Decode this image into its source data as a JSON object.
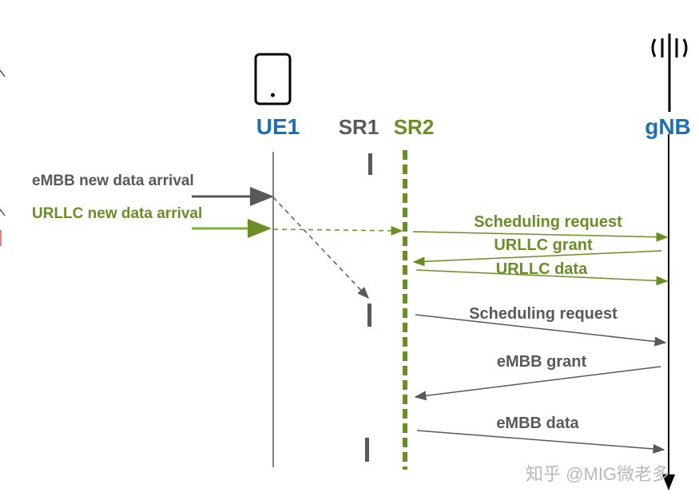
{
  "colors": {
    "ue_blue": "#1a6fb5",
    "sr_gray": "#595959",
    "sr2_green": "#6b8e23",
    "urllc_green": "#6b8e23",
    "embb_gray": "#595959",
    "line_black": "#000000",
    "watermark": "#b8b8b8"
  },
  "headers": {
    "ue": "UE1",
    "sr1": "SR1",
    "sr2": "SR2",
    "gnb": "gNB"
  },
  "icons": {
    "ue": "mobile-phone-icon",
    "gnb": "radio-antenna-icon"
  },
  "arrivals": {
    "embb": "eMBB new data arrival",
    "urllc": "URLLC new data arrival"
  },
  "messages": {
    "urllc_sr": "Scheduling request",
    "urllc_grant": "URLLC grant",
    "urllc_data": "URLLC data",
    "embb_sr": "Scheduling request",
    "embb_grant": "eMBB grant",
    "embb_data": "eMBB data"
  },
  "watermark": "知乎 @MIG微老多"
}
